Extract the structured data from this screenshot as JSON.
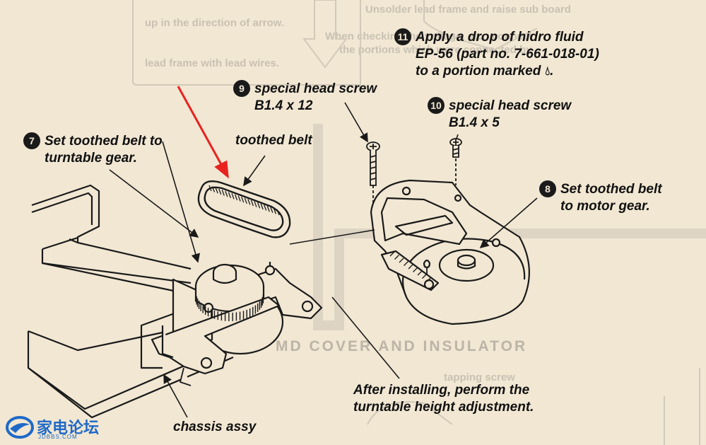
{
  "background_text": {
    "lines": [
      "Unsolder lead frame and raise sub board",
      "up in the direction of arrow.",
      "When checking the voltage, etc., connect",
      "the portions which were connected by",
      "lead frame with lead wires."
    ],
    "section_title": "MD COVER AND INSULATOR",
    "screw_label": "tapping screw"
  },
  "callouts": {
    "step11": {
      "badge": "11",
      "lines": [
        "Apply a drop of hidro fluid",
        "EP-56 (part no. 7-661-018-01)",
        "to a portion marked"
      ]
    },
    "step9": {
      "badge": "9",
      "lines": [
        "special head screw",
        "B1.4 x 12"
      ]
    },
    "step10": {
      "badge": "10",
      "lines": [
        "special head screw",
        "B1.4 x 5"
      ]
    },
    "step7": {
      "badge": "7",
      "lines": [
        "Set toothed belt to",
        "turntable gear."
      ]
    },
    "step8": {
      "badge": "8",
      "lines": [
        "Set toothed belt",
        "to motor gear."
      ]
    },
    "toothed_belt": "toothed belt",
    "after_install": [
      "After installing, perform the",
      "turntable height adjustment."
    ],
    "chassis": "chassis assy"
  },
  "watermark": {
    "name": "家电论坛",
    "domain": "JDBBS.COM"
  },
  "colors": {
    "paper": "#f1e7d3",
    "ink": "#1a1a1a",
    "ghost": "#c9c1b2",
    "arrow_red": "#e8231f",
    "logo_blue": "#1f69c8"
  }
}
